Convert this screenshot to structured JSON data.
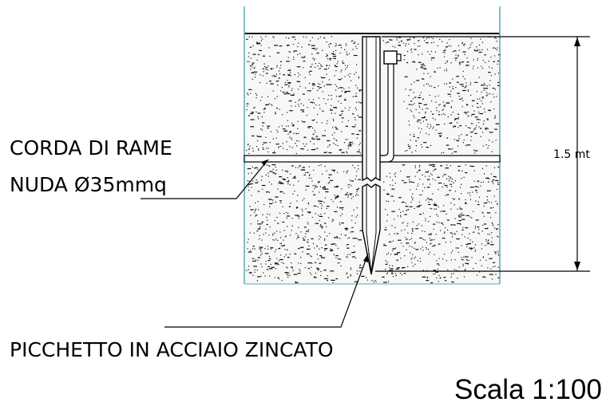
{
  "labels": {
    "rope_line1": "CORDA DI RAME",
    "rope_line2": "NUDA Ø35mmq",
    "dimension": "1.5 mt",
    "stake": "PICCHETTO IN ACCIAIO ZINCATO",
    "scale": "Scala 1:100"
  },
  "colors": {
    "soil_fill": "#f7f7f7",
    "soil_dots": "#111111",
    "pit_walls": "#5aa9b5",
    "lines": "#000000"
  }
}
